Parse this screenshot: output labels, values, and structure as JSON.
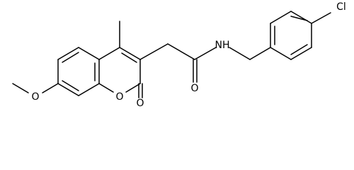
{
  "molecule": {
    "atoms": {
      "methoxy_o": "O",
      "ring_o": "O",
      "carbonyl_o_lactone": "O",
      "amide_o": "O",
      "amide_n": "NH",
      "chlorine": "Cl"
    }
  }
}
